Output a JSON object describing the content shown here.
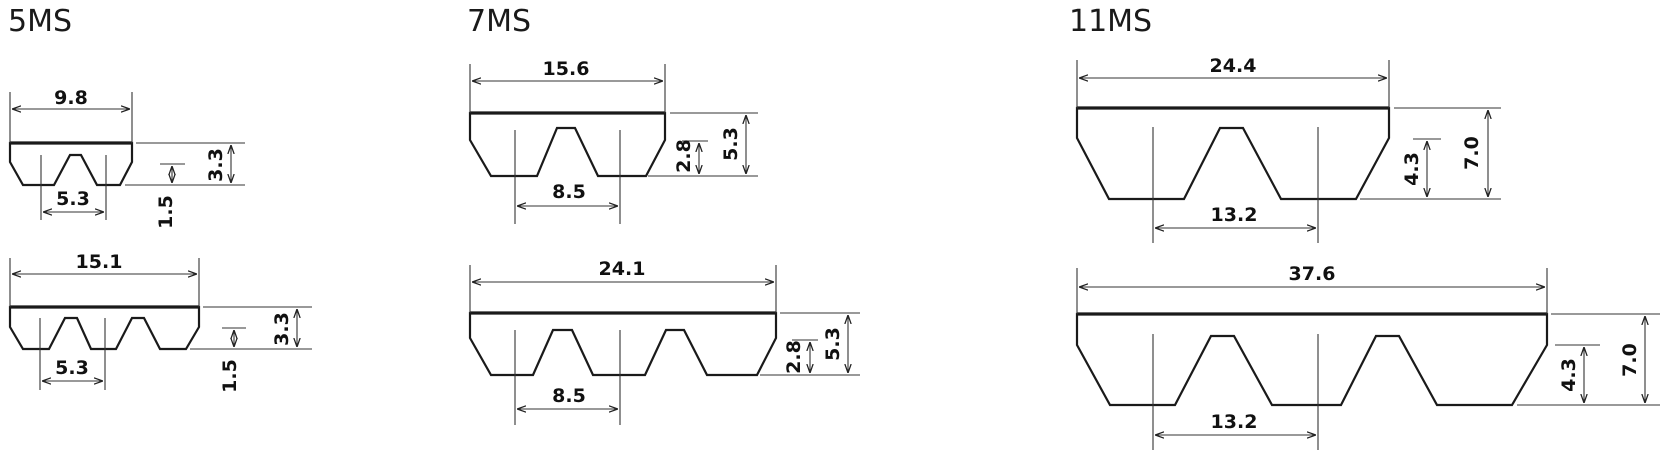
{
  "sections": {
    "s5": {
      "title": "5MS",
      "a_width": "9.8",
      "a_pitch": "5.3",
      "a_height": "3.3",
      "a_depth": "1.5",
      "b_width": "15.1",
      "b_pitch": "5.3",
      "b_height": "3.3",
      "b_depth": "1.5"
    },
    "s7": {
      "title": "7MS",
      "a_width": "15.6",
      "a_pitch": "8.5",
      "a_height": "5.3",
      "a_depth": "2.8",
      "b_width": "24.1",
      "b_pitch": "8.5",
      "b_height": "5.3",
      "b_depth": "2.8"
    },
    "s11": {
      "title": "11MS",
      "a_width": "24.4",
      "a_pitch": "13.2",
      "a_height": "7.0",
      "a_depth": "4.3",
      "b_width": "37.6",
      "b_pitch": "13.2",
      "b_height": "7.0",
      "b_depth": "4.3"
    }
  }
}
